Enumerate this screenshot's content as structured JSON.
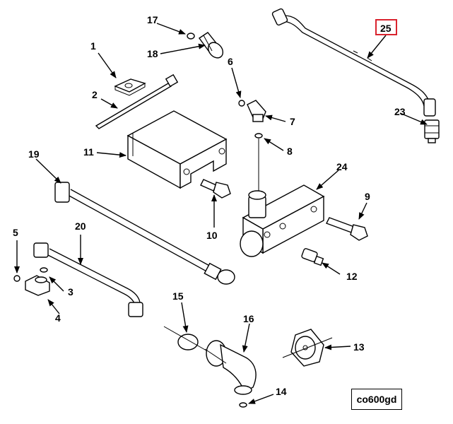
{
  "diagram": {
    "figure_id": "co600gd",
    "highlighted_callout": "25",
    "highlight_color": "#d9232e",
    "callouts": [
      "1",
      "2",
      "3",
      "4",
      "5",
      "6",
      "7",
      "8",
      "9",
      "10",
      "11",
      "12",
      "13",
      "14",
      "15",
      "16",
      "17",
      "18",
      "19",
      "20",
      "23",
      "24",
      "25"
    ]
  }
}
